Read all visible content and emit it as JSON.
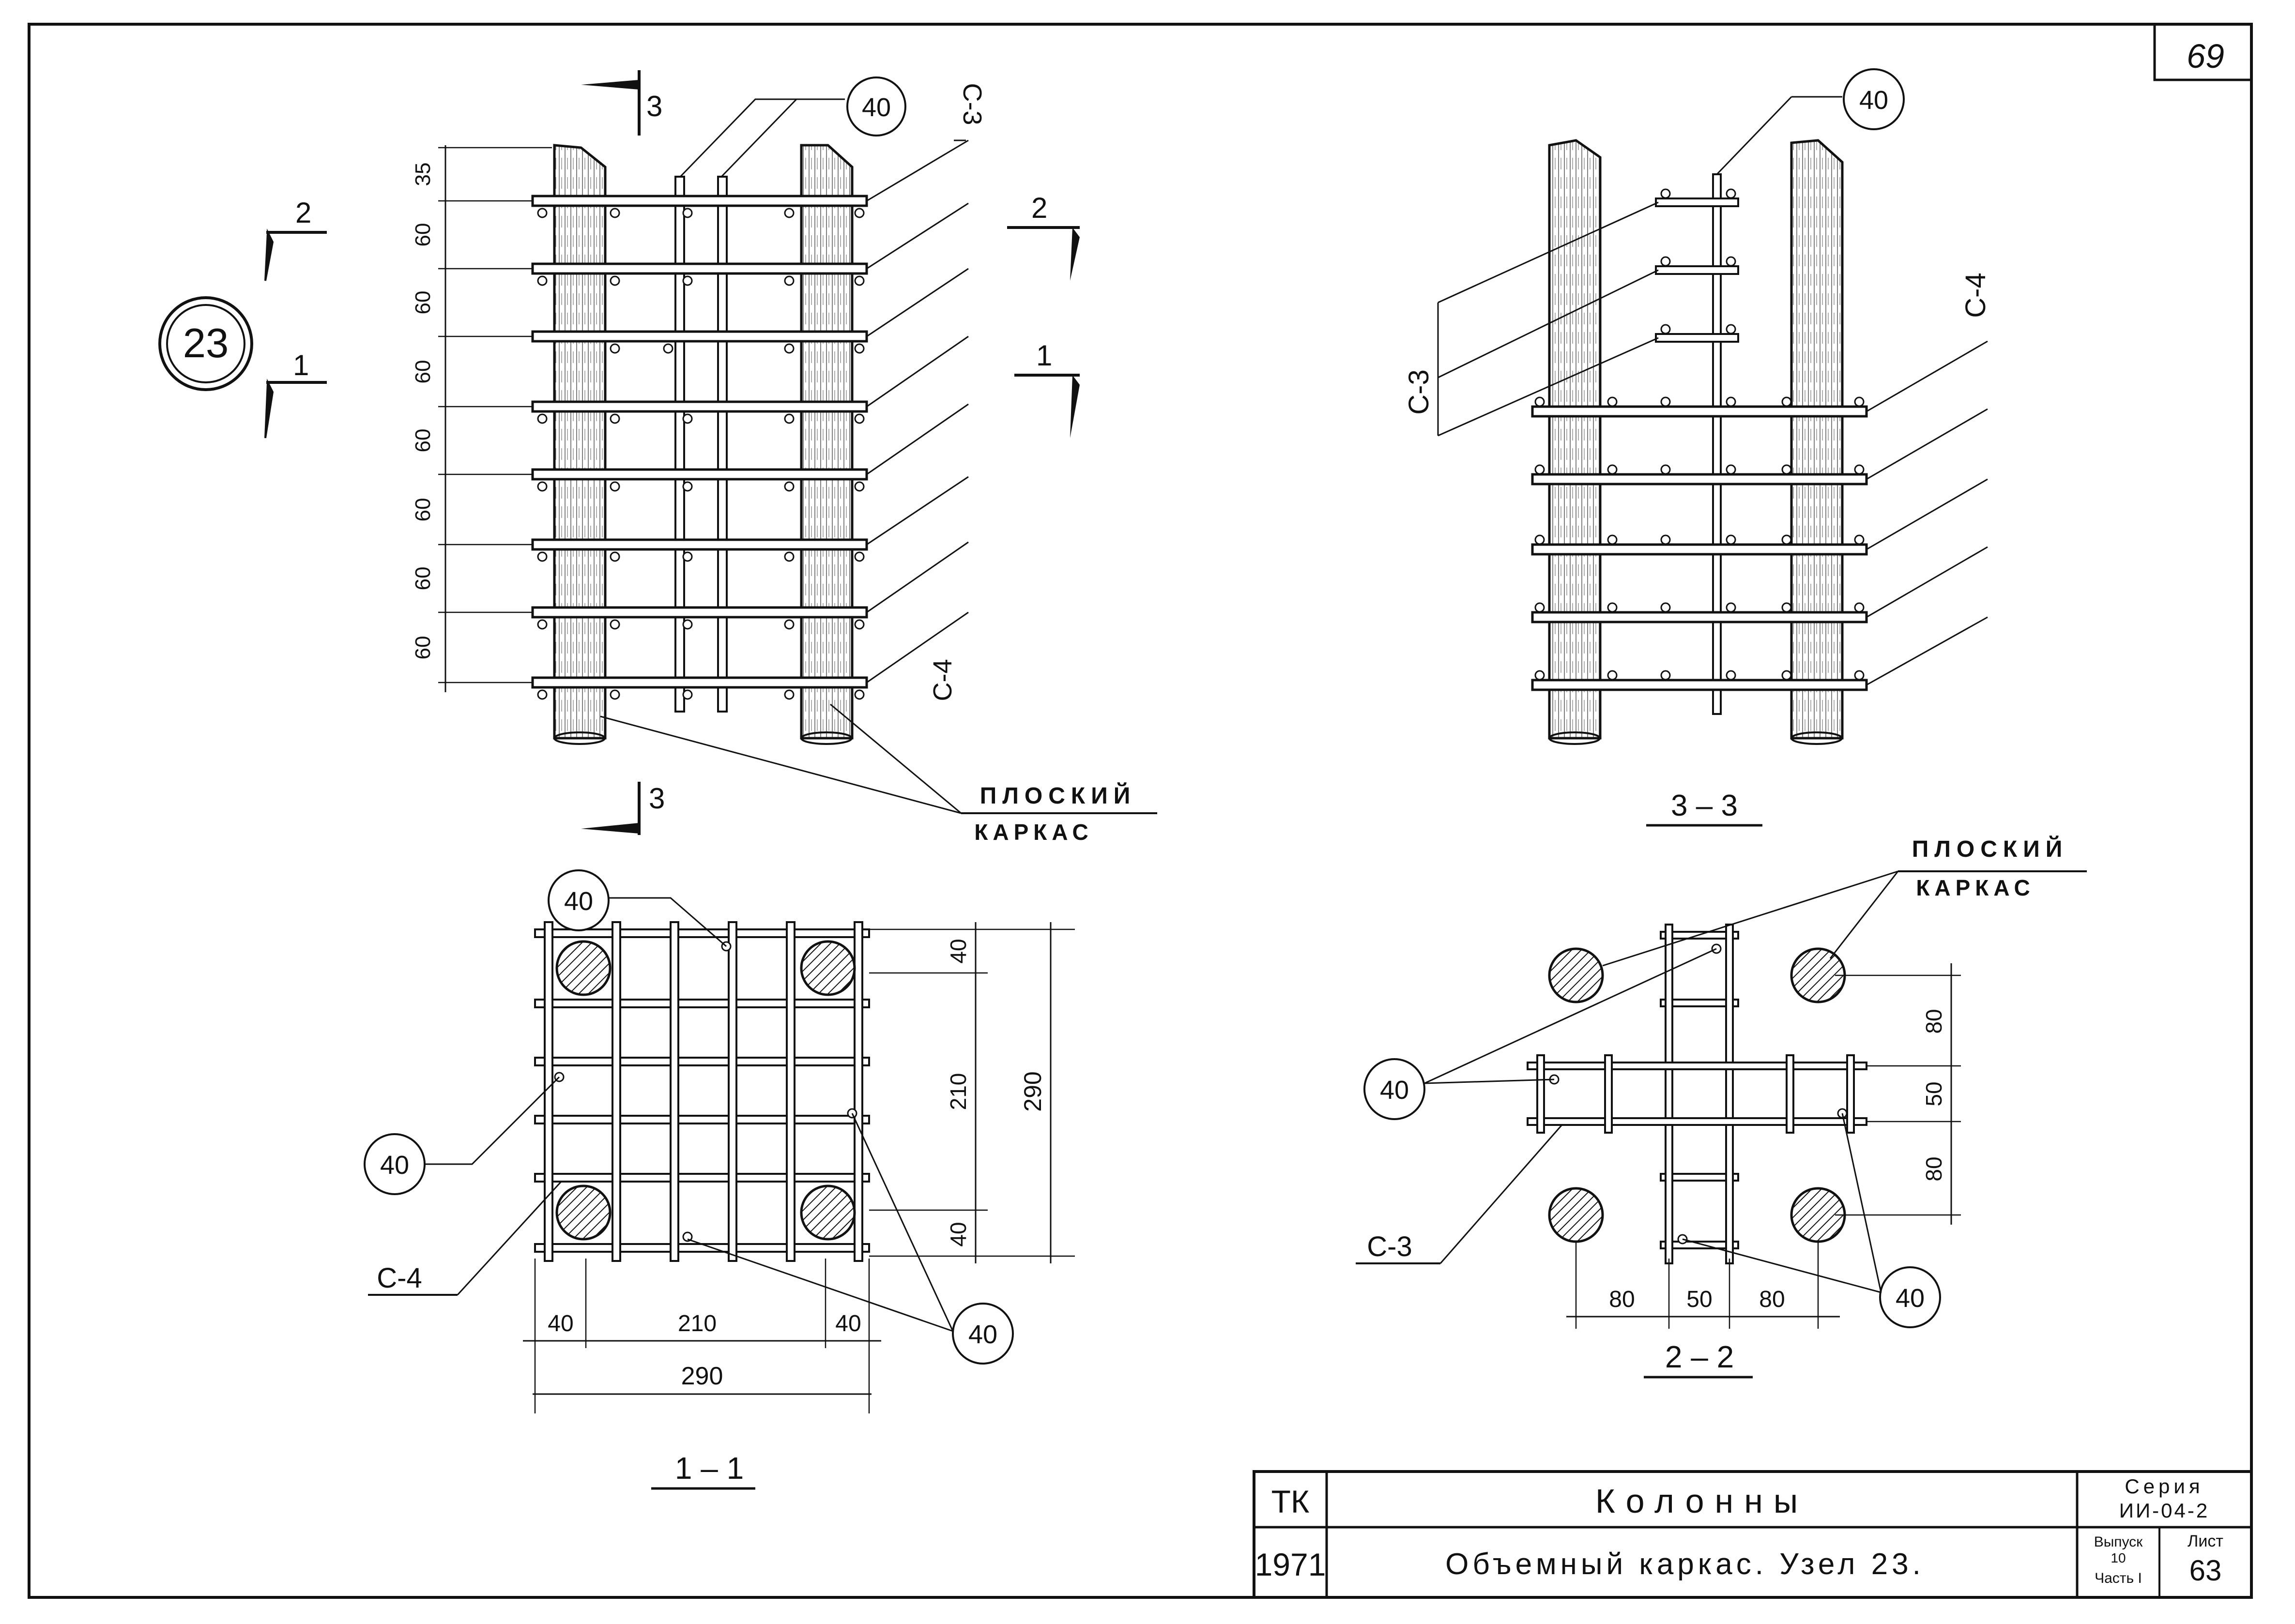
{
  "sheet": {
    "corner_number": "69",
    "node_number": "23"
  },
  "elevation_view": {
    "section_marks": {
      "s1": "1",
      "s2": "2",
      "s3": "3"
    },
    "bar_tag": "40",
    "mesh_labels": {
      "top": "С-3",
      "bottom": "С-4"
    },
    "spacing_dims": [
      "35",
      "60",
      "60",
      "60",
      "60",
      "60",
      "60",
      "60"
    ],
    "flat_frame_label": {
      "line1": "ПЛОСКИЙ",
      "line2": "КАРКАС"
    }
  },
  "section_3_3": {
    "title": "3 – 3",
    "bar_tag": "40",
    "mesh_labels": {
      "left": "С-3",
      "right": "С-4"
    }
  },
  "section_1_1": {
    "title": "1 – 1",
    "bar_tag": "40",
    "mesh_label": "С-4",
    "dims": {
      "bottom_parts": [
        "40",
        "210",
        "40"
      ],
      "bottom_total": "290",
      "side_parts": [
        "40",
        "210",
        "40"
      ],
      "side_total": "290"
    }
  },
  "section_2_2": {
    "title": "2 – 2",
    "bar_tag": "40",
    "mesh_label": "С-3",
    "flat_frame_label": {
      "line1": "ПЛОСКИЙ",
      "line2": "КАРКАС"
    },
    "dims": {
      "bottom": [
        "80",
        "50",
        "80"
      ],
      "side": [
        "80",
        "50",
        "80"
      ]
    }
  },
  "title_block": {
    "code": "ТК",
    "year": "1971",
    "title": "Колонны",
    "subtitle": "Объемный каркас. Узел 23.",
    "series_label": "Серия",
    "series_value": "ИИ-04-2",
    "issue_label": "Выпуск",
    "issue_value": "10",
    "part_label": "Часть I",
    "sheet_label": "Лист",
    "sheet_value": "63"
  }
}
